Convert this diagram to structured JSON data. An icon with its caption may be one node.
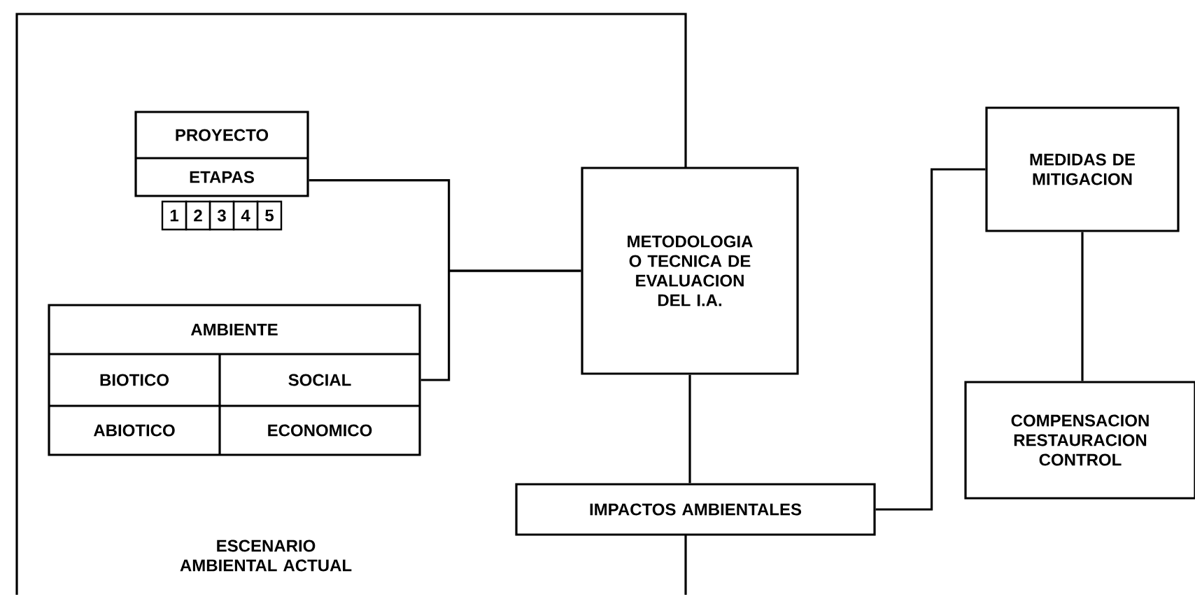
{
  "diagram": {
    "nodes": [
      {
        "text": [
          "ESCENARIO AMBIENTAL ACTUAL"
        ]
      },
      {
        "text": [
          "PROYECTO",
          "ETAPAS",
          "1",
          "2",
          "3",
          "4",
          "5"
        ],
        "in": 0
      },
      {
        "text": [
          "AMBIENTE",
          "BIOTICO",
          "SOCIAL",
          "ABIOTICO",
          "ECONOMICO"
        ],
        "in": 0
      },
      {
        "text": [
          "METODOLOGIA O TECNICA DE EVALUACION DEL I.A."
        ]
      },
      {
        "text": [
          "IMPACTOS AMBIENTALES"
        ]
      },
      {
        "text": [
          "MEDIDAS DE MITIGACION"
        ]
      },
      {
        "text": [
          "COMPENSACION RESTAURACION CONTROL"
        ]
      }
    ],
    "edges": [
      {
        "from": 1,
        "to": 3,
        "arrow": "none"
      },
      {
        "from": 2,
        "to": 3,
        "arrow": "none"
      },
      {
        "from": 3,
        "to": 4,
        "arrow": "none"
      },
      {
        "from": 4,
        "to": 5,
        "arrow": "none"
      },
      {
        "from": 5,
        "to": 6,
        "arrow": "none"
      }
    ]
  }
}
